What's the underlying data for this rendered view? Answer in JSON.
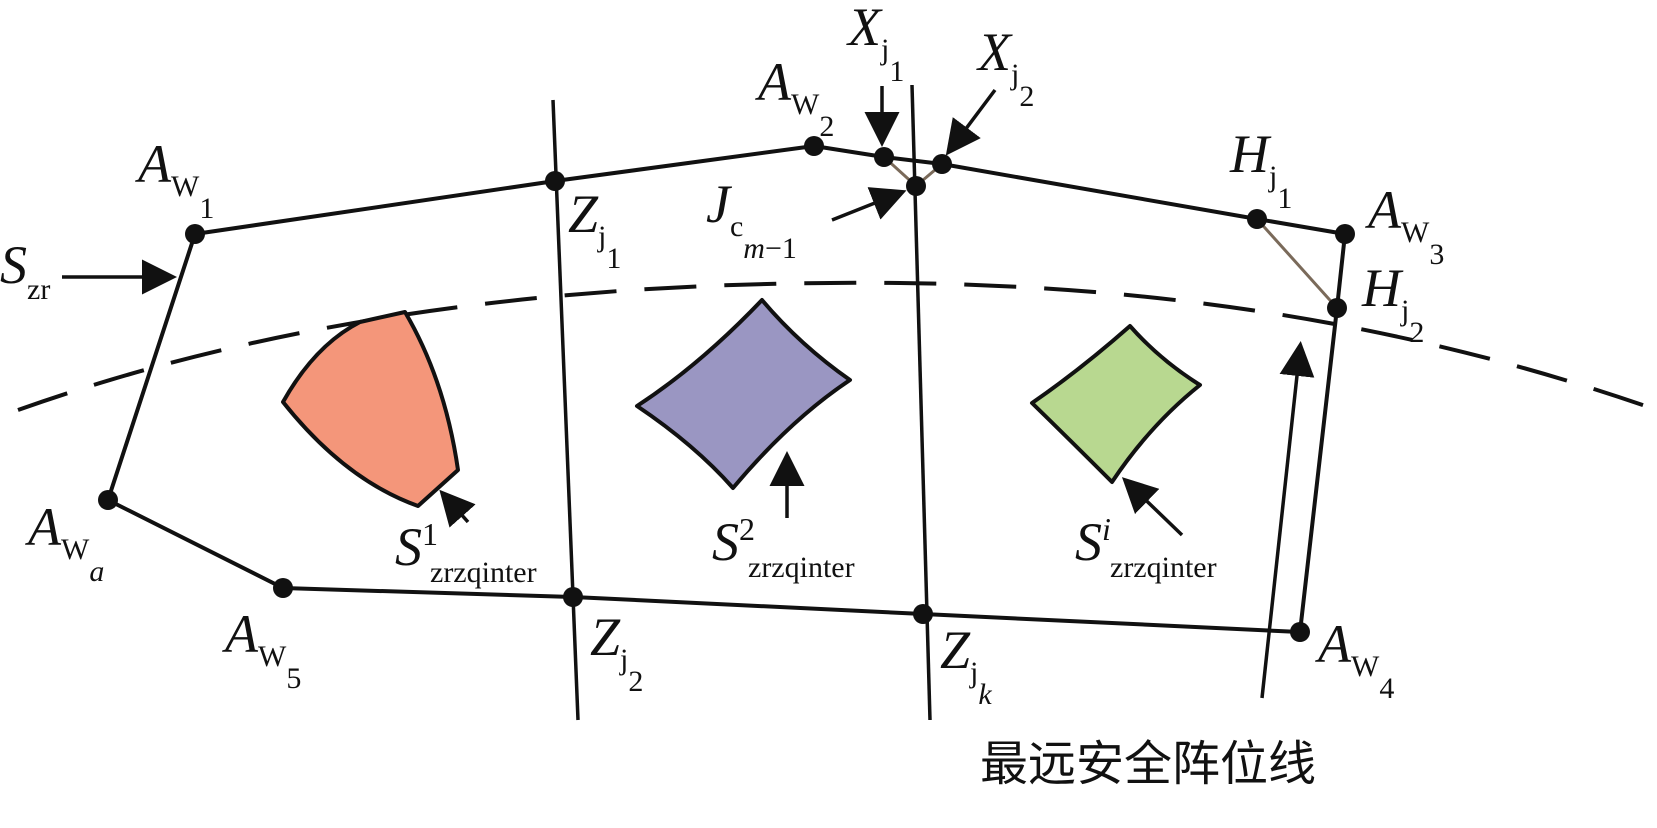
{
  "colors": {
    "line": "#111111",
    "region1": "#f4967a",
    "region2": "#9a96c2",
    "region3": "#b8d890"
  },
  "labels": {
    "aw1": {
      "main": "A",
      "sub": "W",
      "subsub": "1"
    },
    "aw2": {
      "main": "A",
      "sub": "W",
      "subsub": "2"
    },
    "aw3": {
      "main": "A",
      "sub": "W",
      "subsub": "3"
    },
    "aw4": {
      "main": "A",
      "sub": "W",
      "subsub": "4"
    },
    "aw5": {
      "main": "A",
      "sub": "W",
      "subsub": "5"
    },
    "awa": {
      "main": "A",
      "sub": "W",
      "subsub": "a"
    },
    "szr": {
      "main": "S",
      "sub": "zr"
    },
    "zj1": {
      "main": "Z",
      "sub": "j",
      "subsub": "1"
    },
    "zj2": {
      "main": "Z",
      "sub": "j",
      "subsub": "2"
    },
    "zjk": {
      "main": "Z",
      "sub": "j",
      "subsub": "k"
    },
    "xj1": {
      "main": "X",
      "sub": "j",
      "subsub": "1"
    },
    "xj2": {
      "main": "X",
      "sub": "j",
      "subsub": "2"
    },
    "jcm1": {
      "main": "J",
      "sub": "c",
      "subsub_italic": "m",
      "subsub_rest": "−1"
    },
    "hj1": {
      "main": "H",
      "sub": "j",
      "subsub": "1"
    },
    "hj2": {
      "main": "H",
      "sub": "j",
      "subsub": "2"
    },
    "s1": {
      "main": "S",
      "sup": "1",
      "sub": "zrzqinter"
    },
    "s2": {
      "main": "S",
      "sup": "2",
      "sub": "zrzqinter"
    },
    "si": {
      "main": "S",
      "sup": "i",
      "sub": "zrzqinter"
    },
    "safe_line": "最远安全阵位线"
  }
}
